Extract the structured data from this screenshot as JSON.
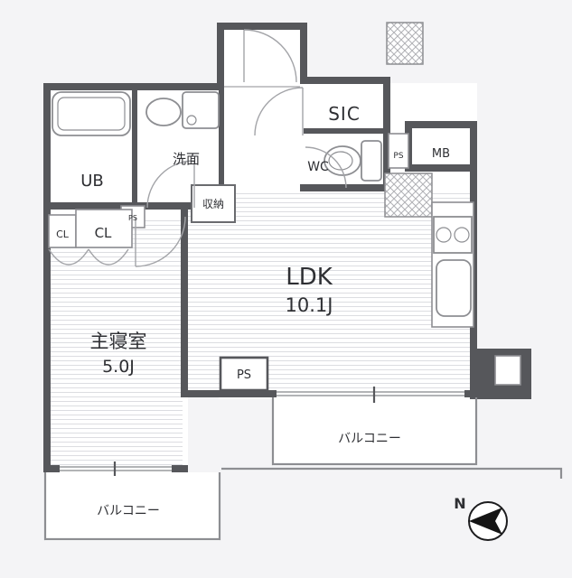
{
  "floorplan": {
    "labels": {
      "sic": "SIC",
      "mb": "MB",
      "wc": "WC",
      "ps_top": "PS",
      "washroom": "洗面",
      "ub": "UB",
      "ps_mini": "PS",
      "cl_a": "CL",
      "cl_b": "CL",
      "storage": "収納",
      "ldk": "LDK",
      "ldk_size": "10.1J",
      "bedroom": "主寝室",
      "bedroom_size": "5.0J",
      "ps_bottom": "PS",
      "balcony_east": "バルコニー",
      "balcony_south": "バルコニー",
      "north": "N"
    },
    "colors": {
      "bg": "#f4f4f6",
      "wall": "#56575b",
      "floorline": "#dcdde1",
      "fixture": "#8d8e92",
      "text": "#2e2f33"
    }
  }
}
